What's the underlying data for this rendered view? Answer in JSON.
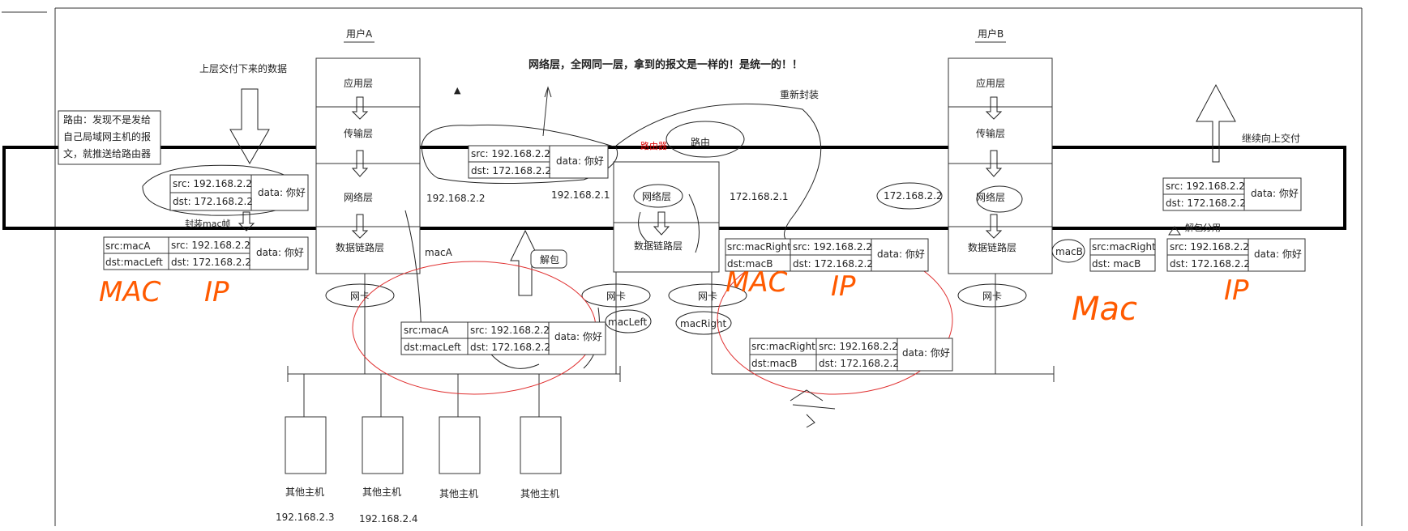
{
  "hosts": {
    "userA": {
      "title": "用户A",
      "layers": [
        "应用层",
        "传输层",
        "网络层",
        "数据链路层"
      ],
      "nic": "网卡",
      "ip": "192.168.2.2",
      "mac": "macA"
    },
    "userB": {
      "title": "用户B",
      "layers": [
        "应用层",
        "传输层",
        "网络层",
        "数据链路层"
      ],
      "nic": "网卡",
      "ip": "172.168.2.2"
    },
    "router": {
      "labels": [
        "路由器",
        "路由"
      ],
      "layers": [
        "网络层",
        "数据链路层"
      ],
      "left_ip": "192.168.2.1",
      "right_ip": "172.168.2.1",
      "left_nic": "网卡",
      "right_nic": "网卡",
      "left_mac": "macLeft",
      "right_mac": "macRight"
    }
  },
  "notes": {
    "upper_data": "上层交付下来的数据",
    "routing_note": [
      "路由：发现不是发给",
      "自己局域网主机的报",
      "文，就推送给路由器"
    ],
    "encap_mac": "封装mac帧",
    "network_layer_same": "网络层，全网同一层，拿到的报文是一样的！是统一的！！",
    "reencap": "重新封装",
    "unpack": "解包",
    "continue_up": "继续向上交付",
    "unpack_share": "解包分用",
    "macB_label": "macB"
  },
  "handwritten": [
    "MAC",
    "IP",
    "MAC",
    "IP",
    "Mac",
    "IP"
  ],
  "packet": {
    "src_ip": "src: 192.168.2.2",
    "dst_ip": "dst: 172.168.2.2",
    "data": "data: 你好",
    "src_macA": "src:macA",
    "dst_macLeft_1": "dst:macLeft",
    "dst_macLeft_2": "dst:macLeft",
    "src_macRight": "src:macRight",
    "dst_macB": "dst:macB",
    "dst_macB_2": "dst: macB"
  },
  "other_hosts": {
    "label": "其他主机",
    "ips": [
      "192.168.2.3",
      "192.168.2.4"
    ]
  }
}
